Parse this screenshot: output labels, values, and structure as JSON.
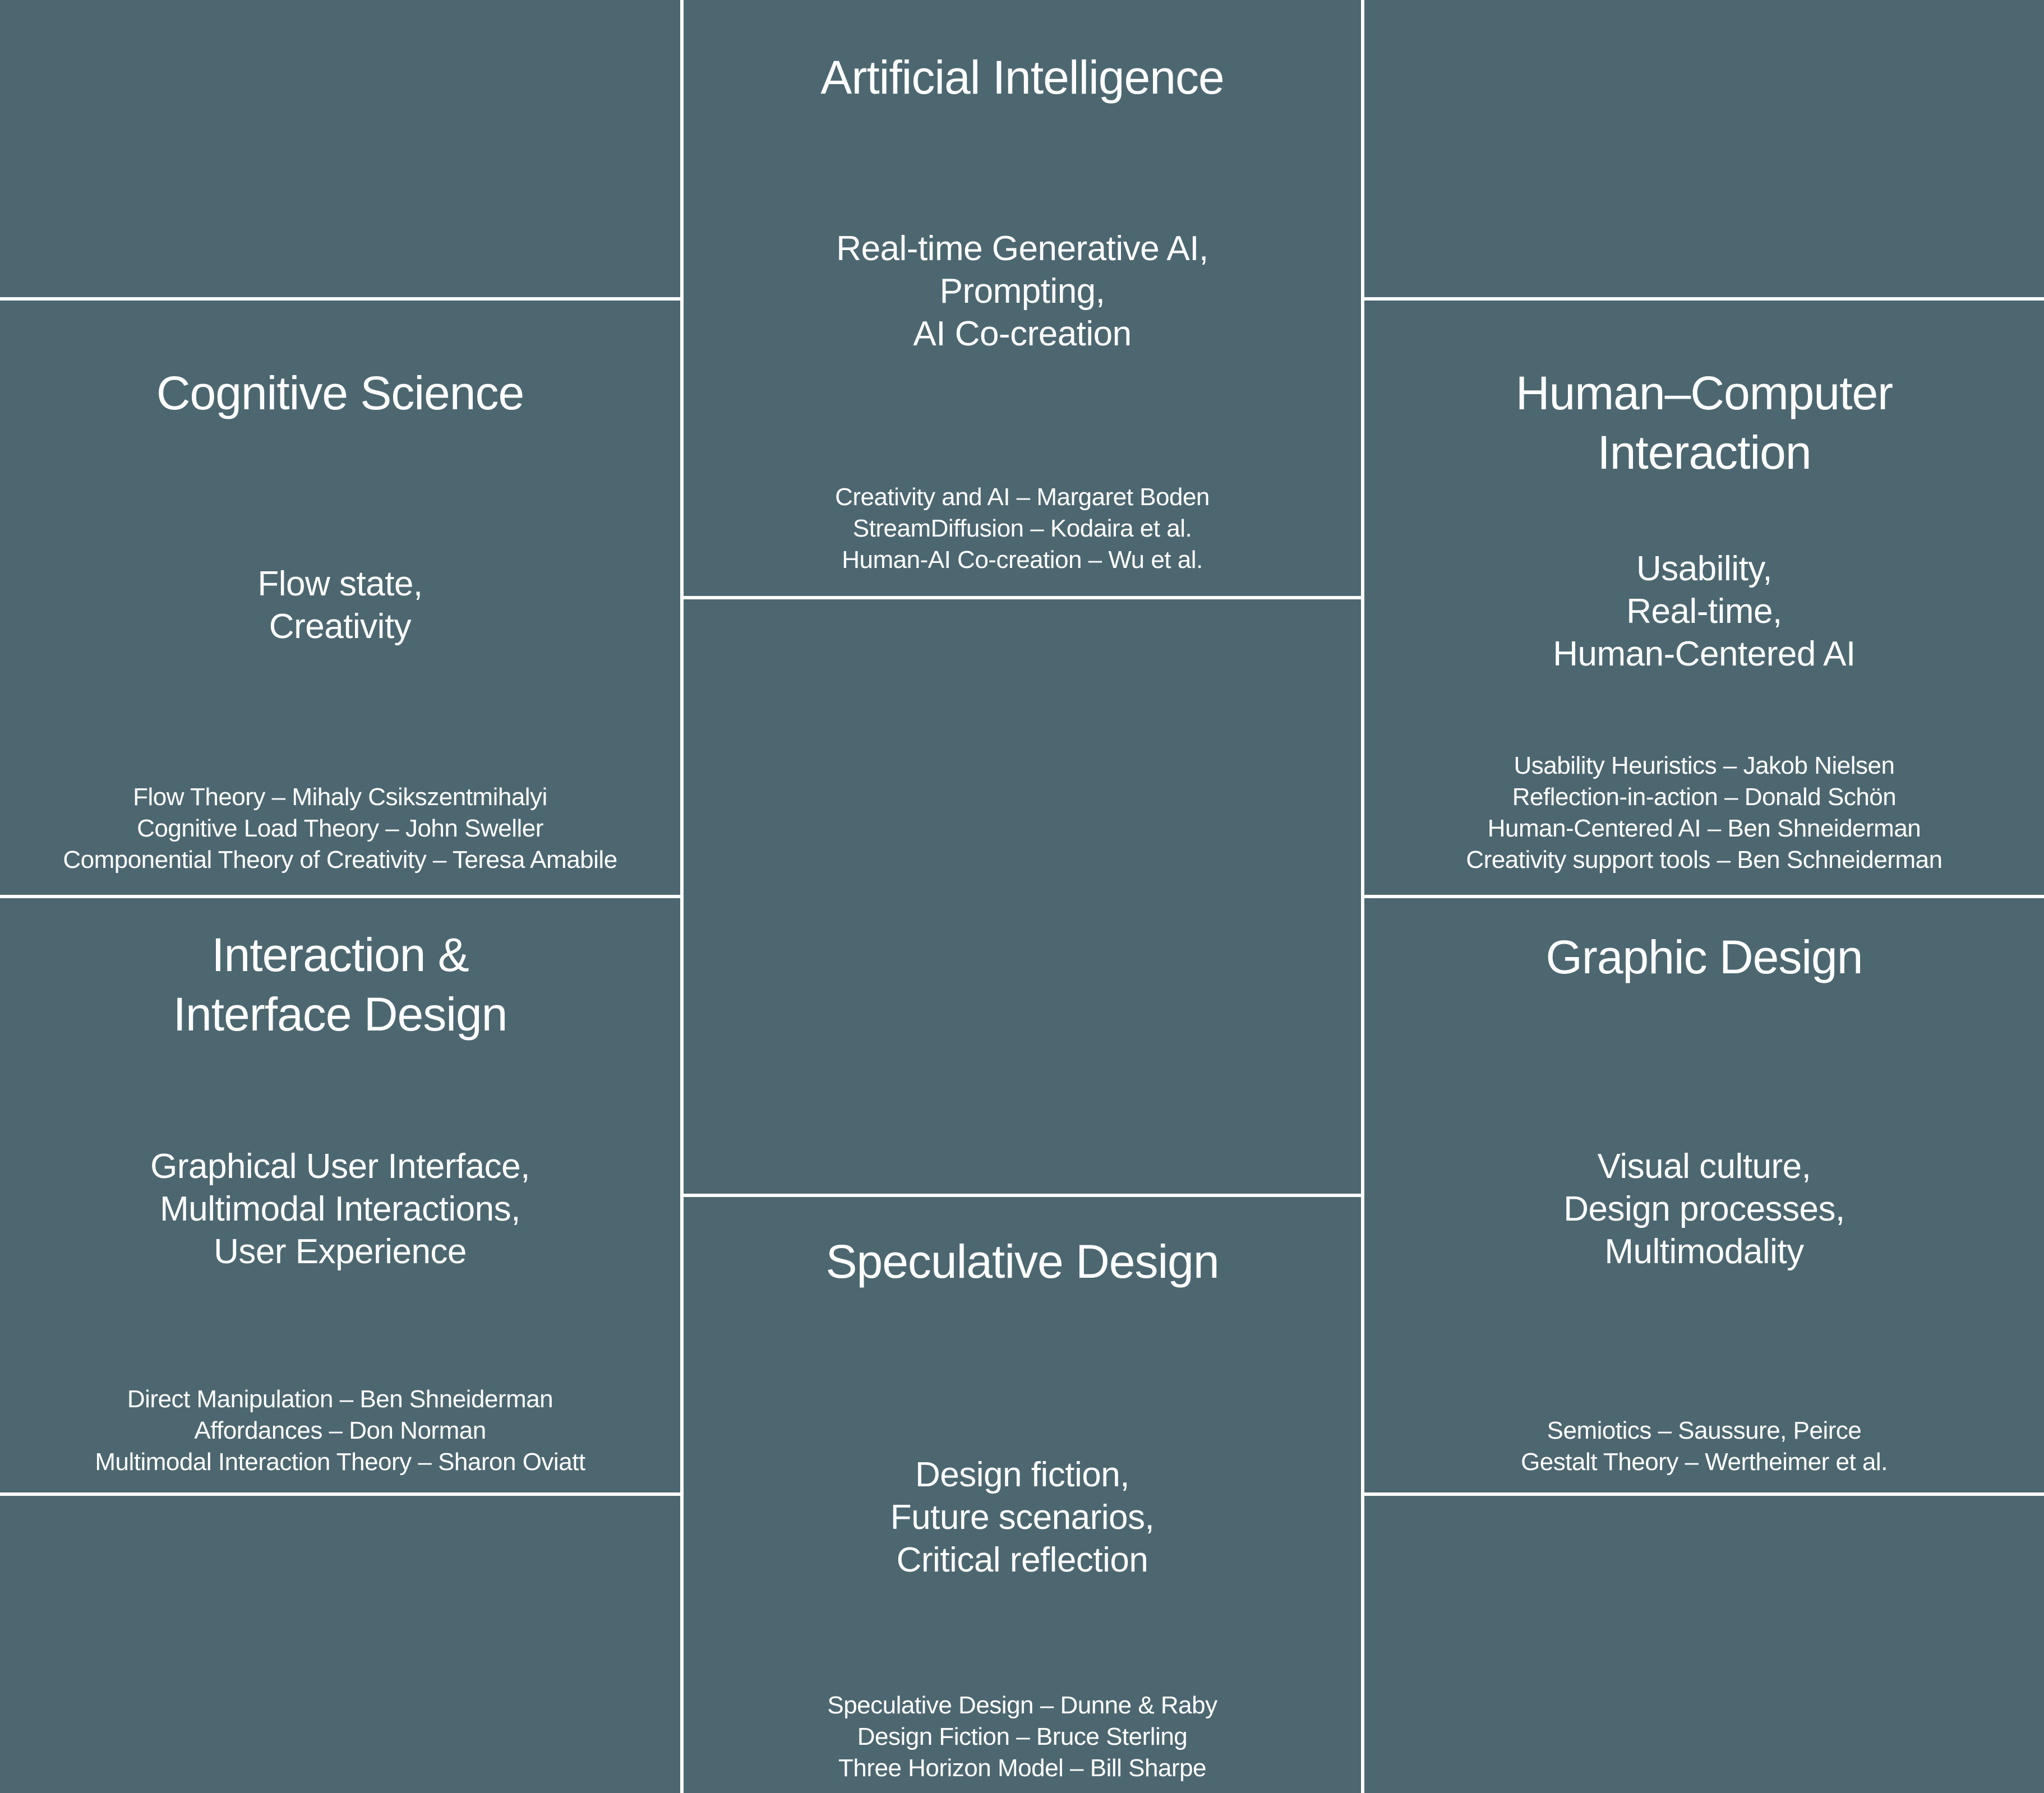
{
  "colors": {
    "background": "#4d6770",
    "border": "#ffffff",
    "text": "#ffffff"
  },
  "panels": {
    "artificial_intelligence": {
      "title": "Artificial Intelligence",
      "keywords": [
        "Real-time Generative AI,",
        "Prompting,",
        "AI Co-creation"
      ],
      "references": [
        "Creativity and AI – Margaret Boden",
        "StreamDiffusion – Kodaira et al.",
        "Human-AI Co-creation – Wu et al."
      ]
    },
    "cognitive_science": {
      "title": "Cognitive Science",
      "keywords": [
        "Flow state,",
        "Creativity"
      ],
      "references": [
        "Flow Theory – Mihaly Csikszentmihalyi",
        "Cognitive Load Theory – John Sweller",
        "Componential Theory of Creativity – Teresa Amabile"
      ]
    },
    "human_computer_interaction": {
      "title": "Human–Computer\nInteraction",
      "keywords": [
        "Usability,",
        "Real-time,",
        "Human-Centered AI"
      ],
      "references": [
        "Usability Heuristics – Jakob Nielsen",
        "Reflection-in-action – Donald Schön",
        "Human-Centered AI – Ben Shneiderman",
        "Creativity support tools – Ben Schneiderman"
      ]
    },
    "interaction_interface_design": {
      "title": "Interaction &\nInterface Design",
      "keywords": [
        "Graphical User Interface,",
        "Multimodal Interactions,",
        "User Experience"
      ],
      "references": [
        "Direct Manipulation – Ben Shneiderman",
        "Affordances – Don Norman",
        "Multimodal Interaction Theory – Sharon Oviatt"
      ]
    },
    "graphic_design": {
      "title": "Graphic Design",
      "keywords": [
        "Visual culture,",
        "Design processes,",
        "Multimodality"
      ],
      "references": [
        "Semiotics – Saussure, Peirce",
        "Gestalt Theory – Wertheimer et al."
      ]
    },
    "speculative_design": {
      "title": "Speculative Design",
      "keywords": [
        "Design fiction,",
        "Future scenarios,",
        "Critical reflection"
      ],
      "references": [
        "Speculative Design – Dunne & Raby",
        "Design Fiction – Bruce Sterling",
        "Three Horizon Model – Bill Sharpe"
      ]
    }
  }
}
